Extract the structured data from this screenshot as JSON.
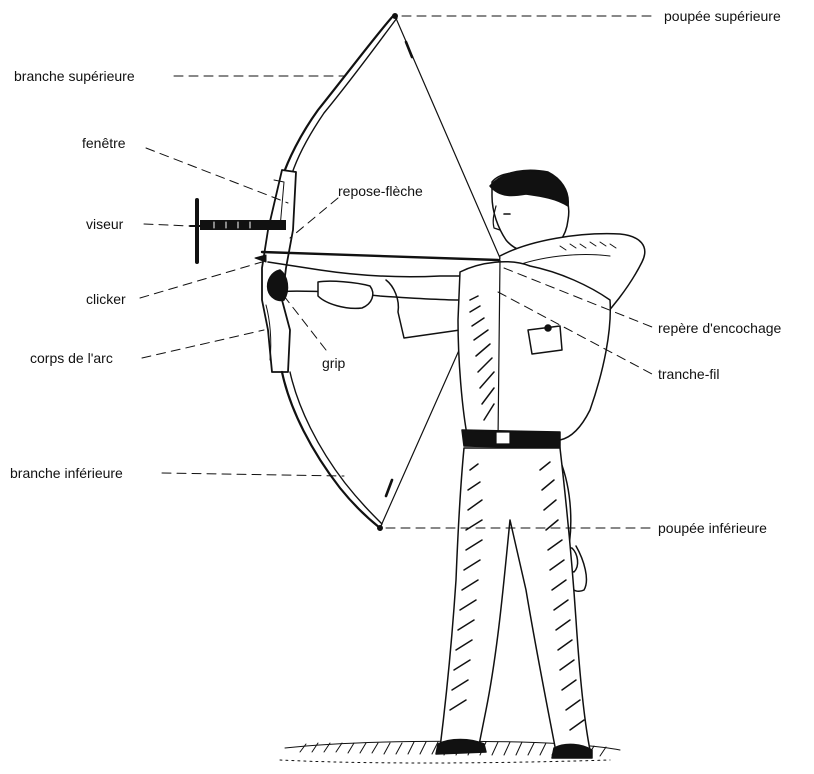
{
  "labels": {
    "poupee_superieure": "poupée supérieure",
    "branche_superieure": "branche supérieure",
    "fenetre": "fenêtre",
    "repose_fleche": "repose-flèche",
    "viseur": "viseur",
    "clicker": "clicker",
    "corps_arc": "corps de l'arc",
    "grip": "grip",
    "repere_encochage": "repère d'encochage",
    "tranche_fil": "tranche-fil",
    "branche_inferieure": "branche inférieure",
    "poupee_inferieure": "poupée inférieure"
  }
}
